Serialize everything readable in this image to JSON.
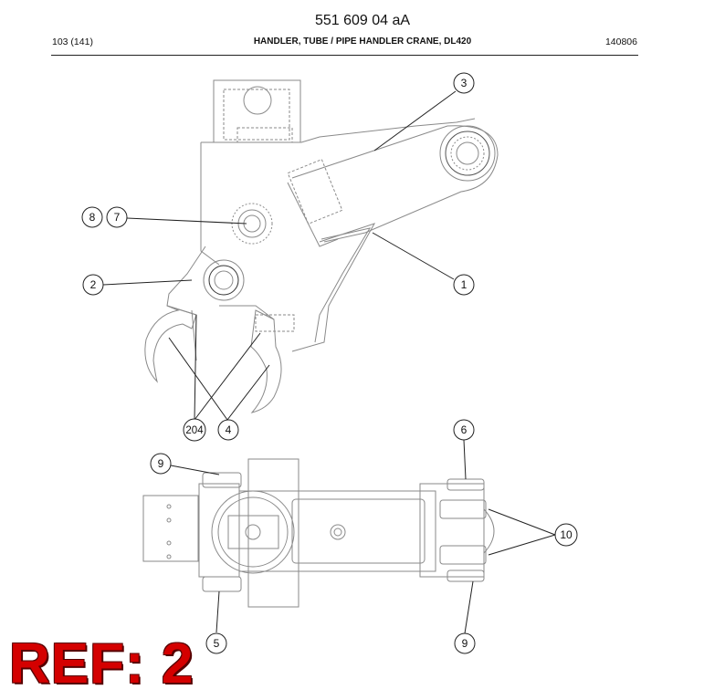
{
  "document": {
    "number": "551 609 04 aA",
    "page": "103 (141)",
    "title": "HANDLER, TUBE / PIPE HANDLER CRANE, DL420",
    "date_code": "140806"
  },
  "callouts": [
    "1",
    "2",
    "3",
    "4",
    "204",
    "4",
    "6",
    "7",
    "8",
    "9",
    "9",
    "5",
    "10"
  ],
  "ref_stamp": "REF: 2",
  "colors": {
    "ink": "#111111",
    "stamp": "#d40000",
    "line": "#8a8a8a"
  }
}
